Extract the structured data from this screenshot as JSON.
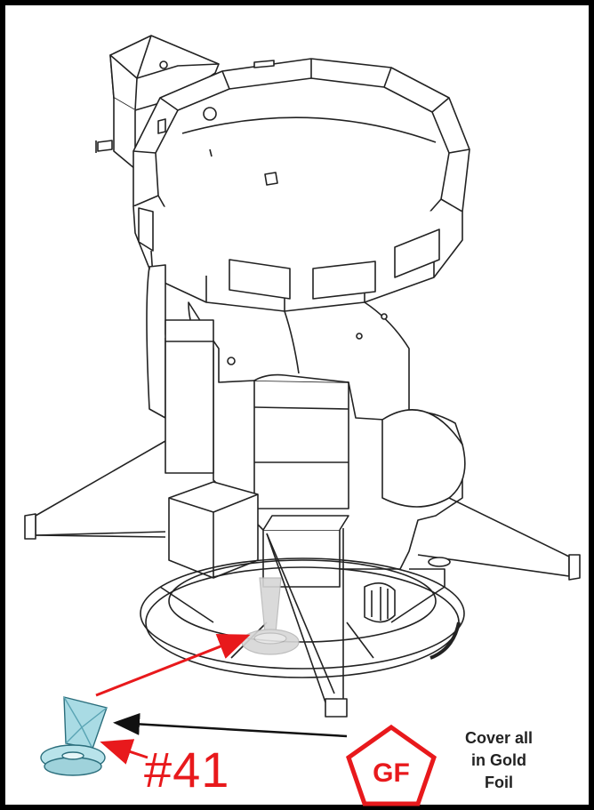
{
  "callout": {
    "part_number": "#41",
    "badge_code": "GF",
    "note": [
      "Cover all",
      "in Gold",
      "Foil"
    ]
  },
  "colors": {
    "frame": "#000000",
    "line_art": "#222222",
    "callout_arrow": "#e8191c",
    "badge": "#e8191c",
    "part_fill": "#a9dbe4",
    "ghost_part": "#cfcfcf"
  },
  "icons": {
    "badge_shape": "pentagon",
    "part": "thruster-nozzle"
  }
}
